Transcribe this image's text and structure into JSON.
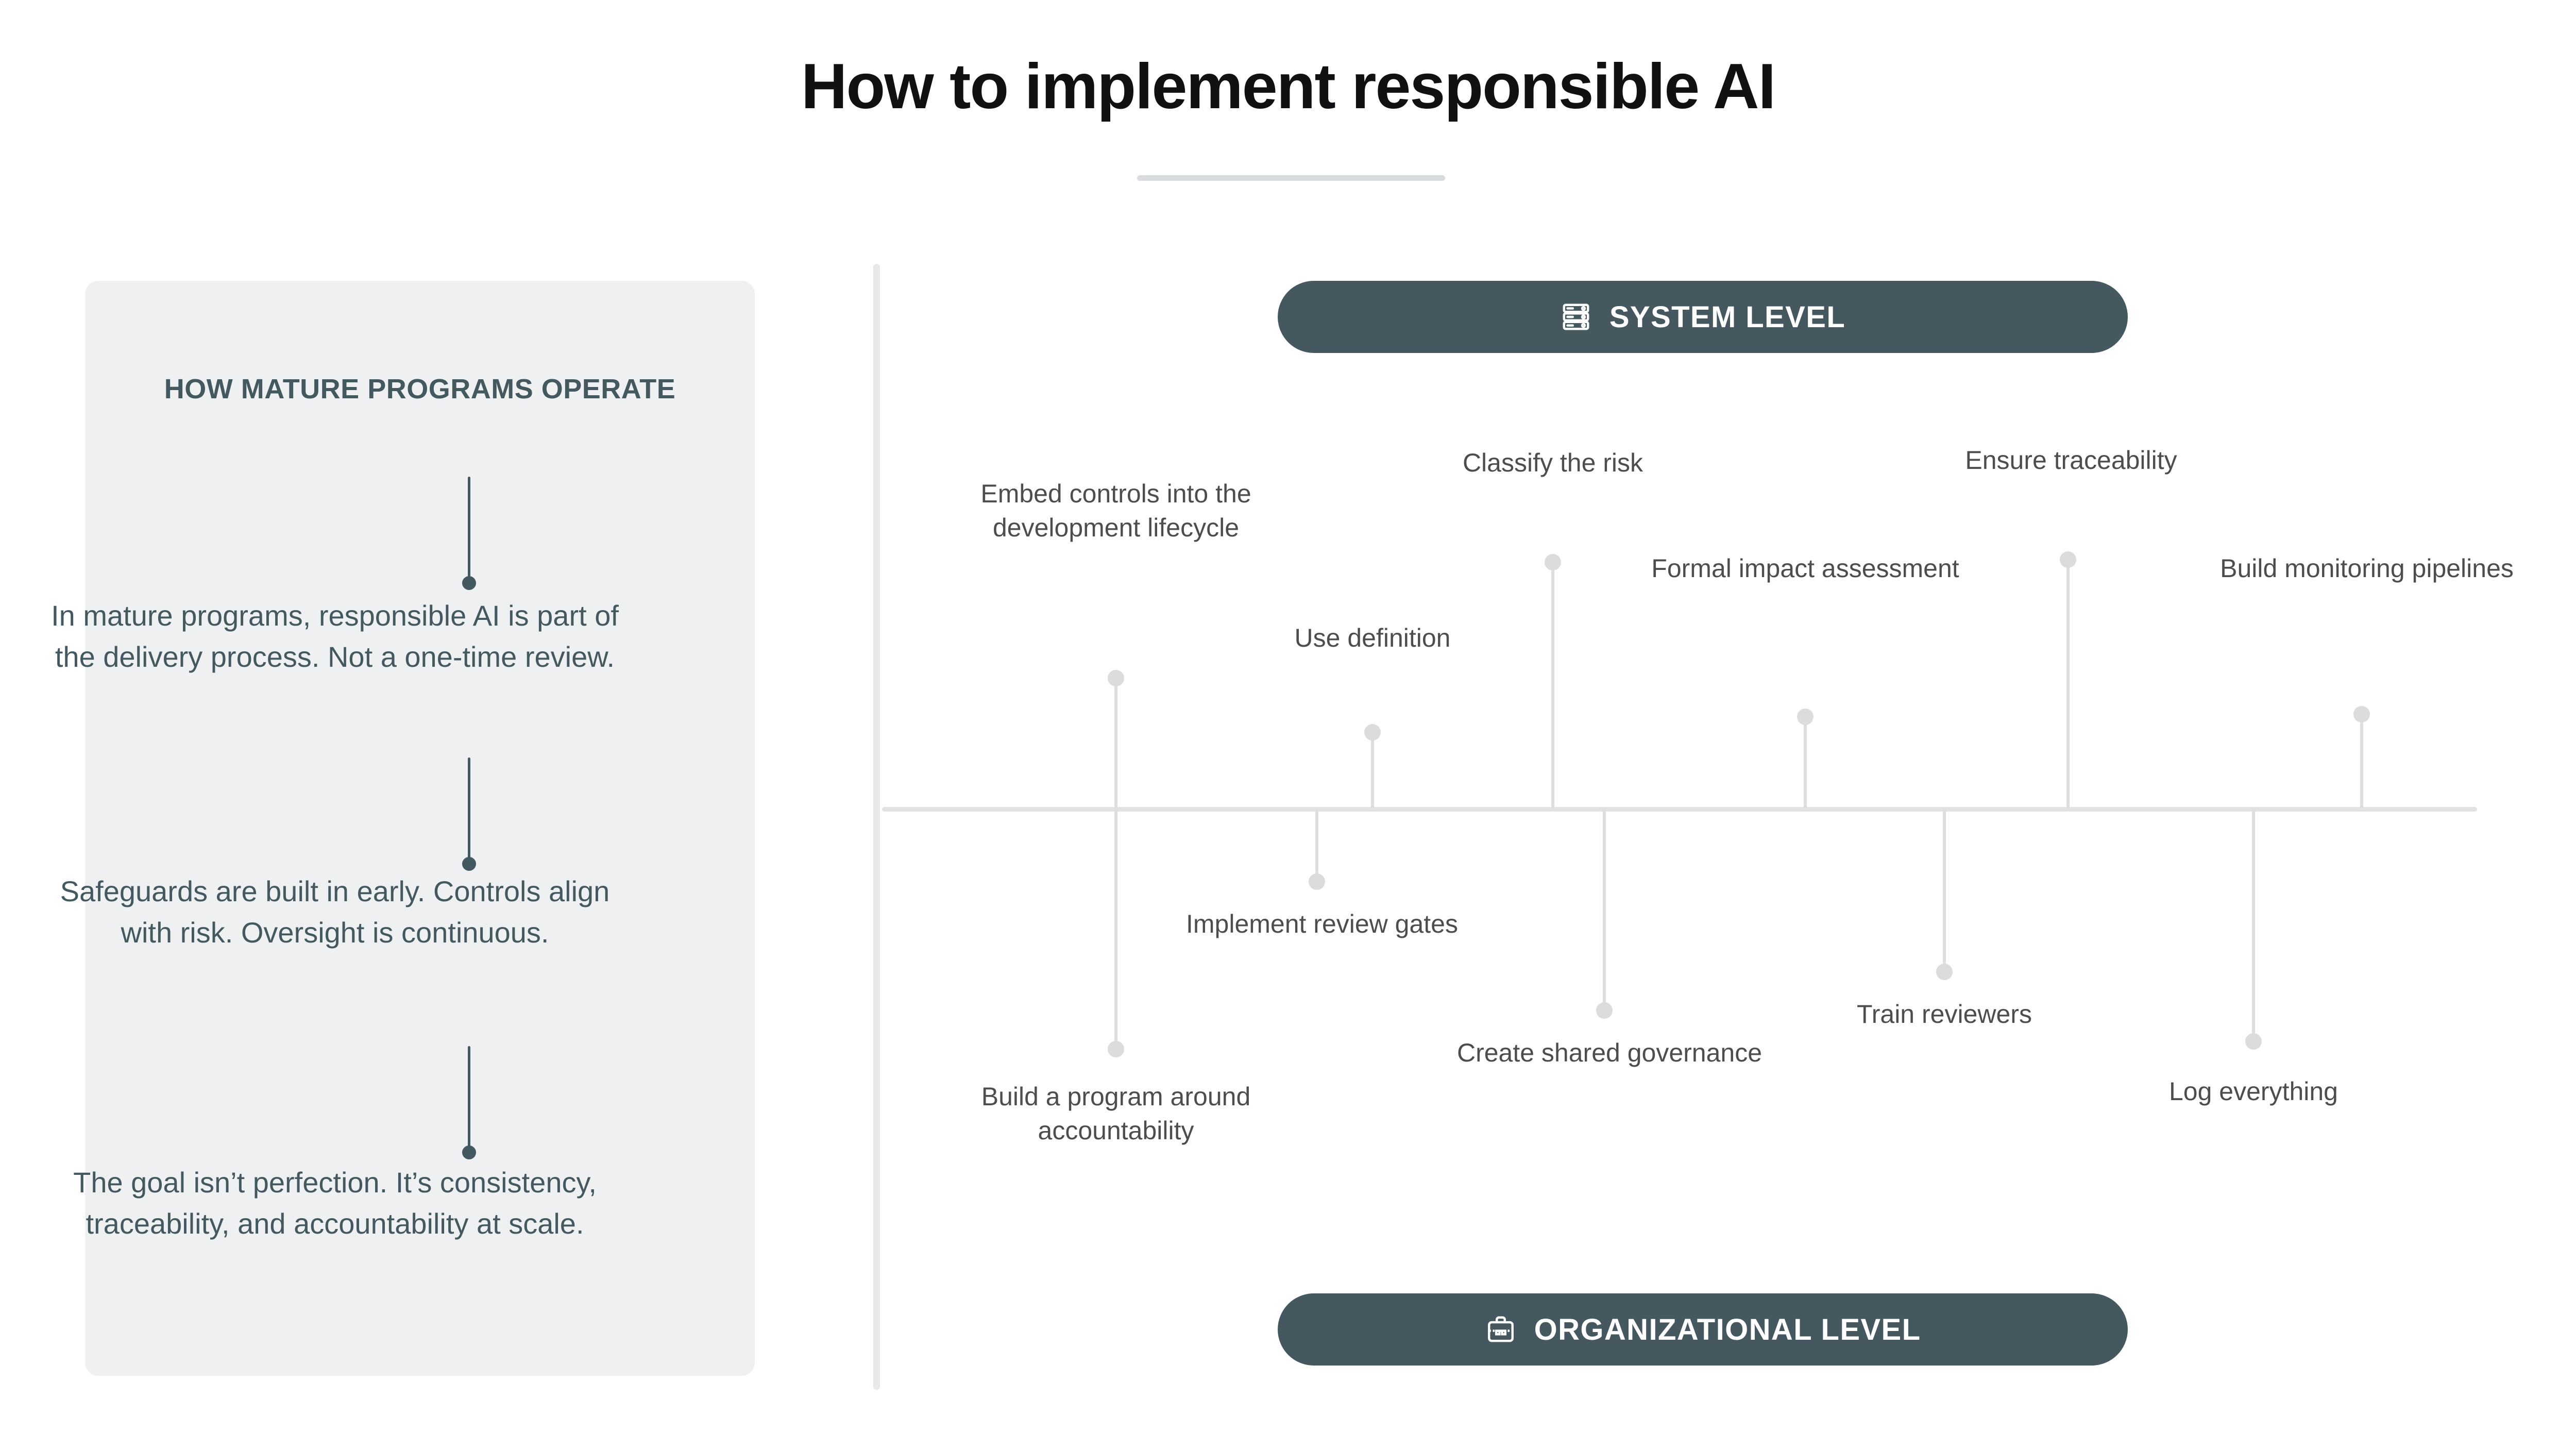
{
  "header": {
    "title": "How to implement responsible AI"
  },
  "left_panel": {
    "heading": "HOW MATURE PROGRAMS OPERATE",
    "paragraphs": [
      "In mature programs, responsible AI is part of the delivery process. Not a one-time review.",
      "Safeguards are built in early. Controls align with risk. Oversight is continuous.",
      "The goal isn’t perfection. It’s consistency, traceability, and accountability at scale."
    ]
  },
  "timeline": {
    "top_band": {
      "label": "SYSTEM LEVEL",
      "icon": "server-rack-icon"
    },
    "bottom_band": {
      "label": "ORGANIZATIONAL LEVEL",
      "icon": "briefcase-icon"
    },
    "markers_above": [
      {
        "label": "Embed controls into the development lifecycle"
      },
      {
        "label": "Use definition"
      },
      {
        "label": "Classify the risk"
      },
      {
        "label": "Formal impact assessment"
      },
      {
        "label": "Ensure traceability"
      },
      {
        "label": "Build monitoring pipelines"
      }
    ],
    "markers_below": [
      {
        "label": "Build a program around accountability"
      },
      {
        "label": "Implement review gates"
      },
      {
        "label": "Create shared governance"
      },
      {
        "label": "Train reviewers"
      },
      {
        "label": "Log everything"
      }
    ]
  },
  "colors": {
    "brand_dark": "#45585f",
    "panel_bg": "#eef0f2",
    "line_gray": "#dedede",
    "text_gray": "#4d4d4d",
    "title_black": "#0f1113"
  }
}
